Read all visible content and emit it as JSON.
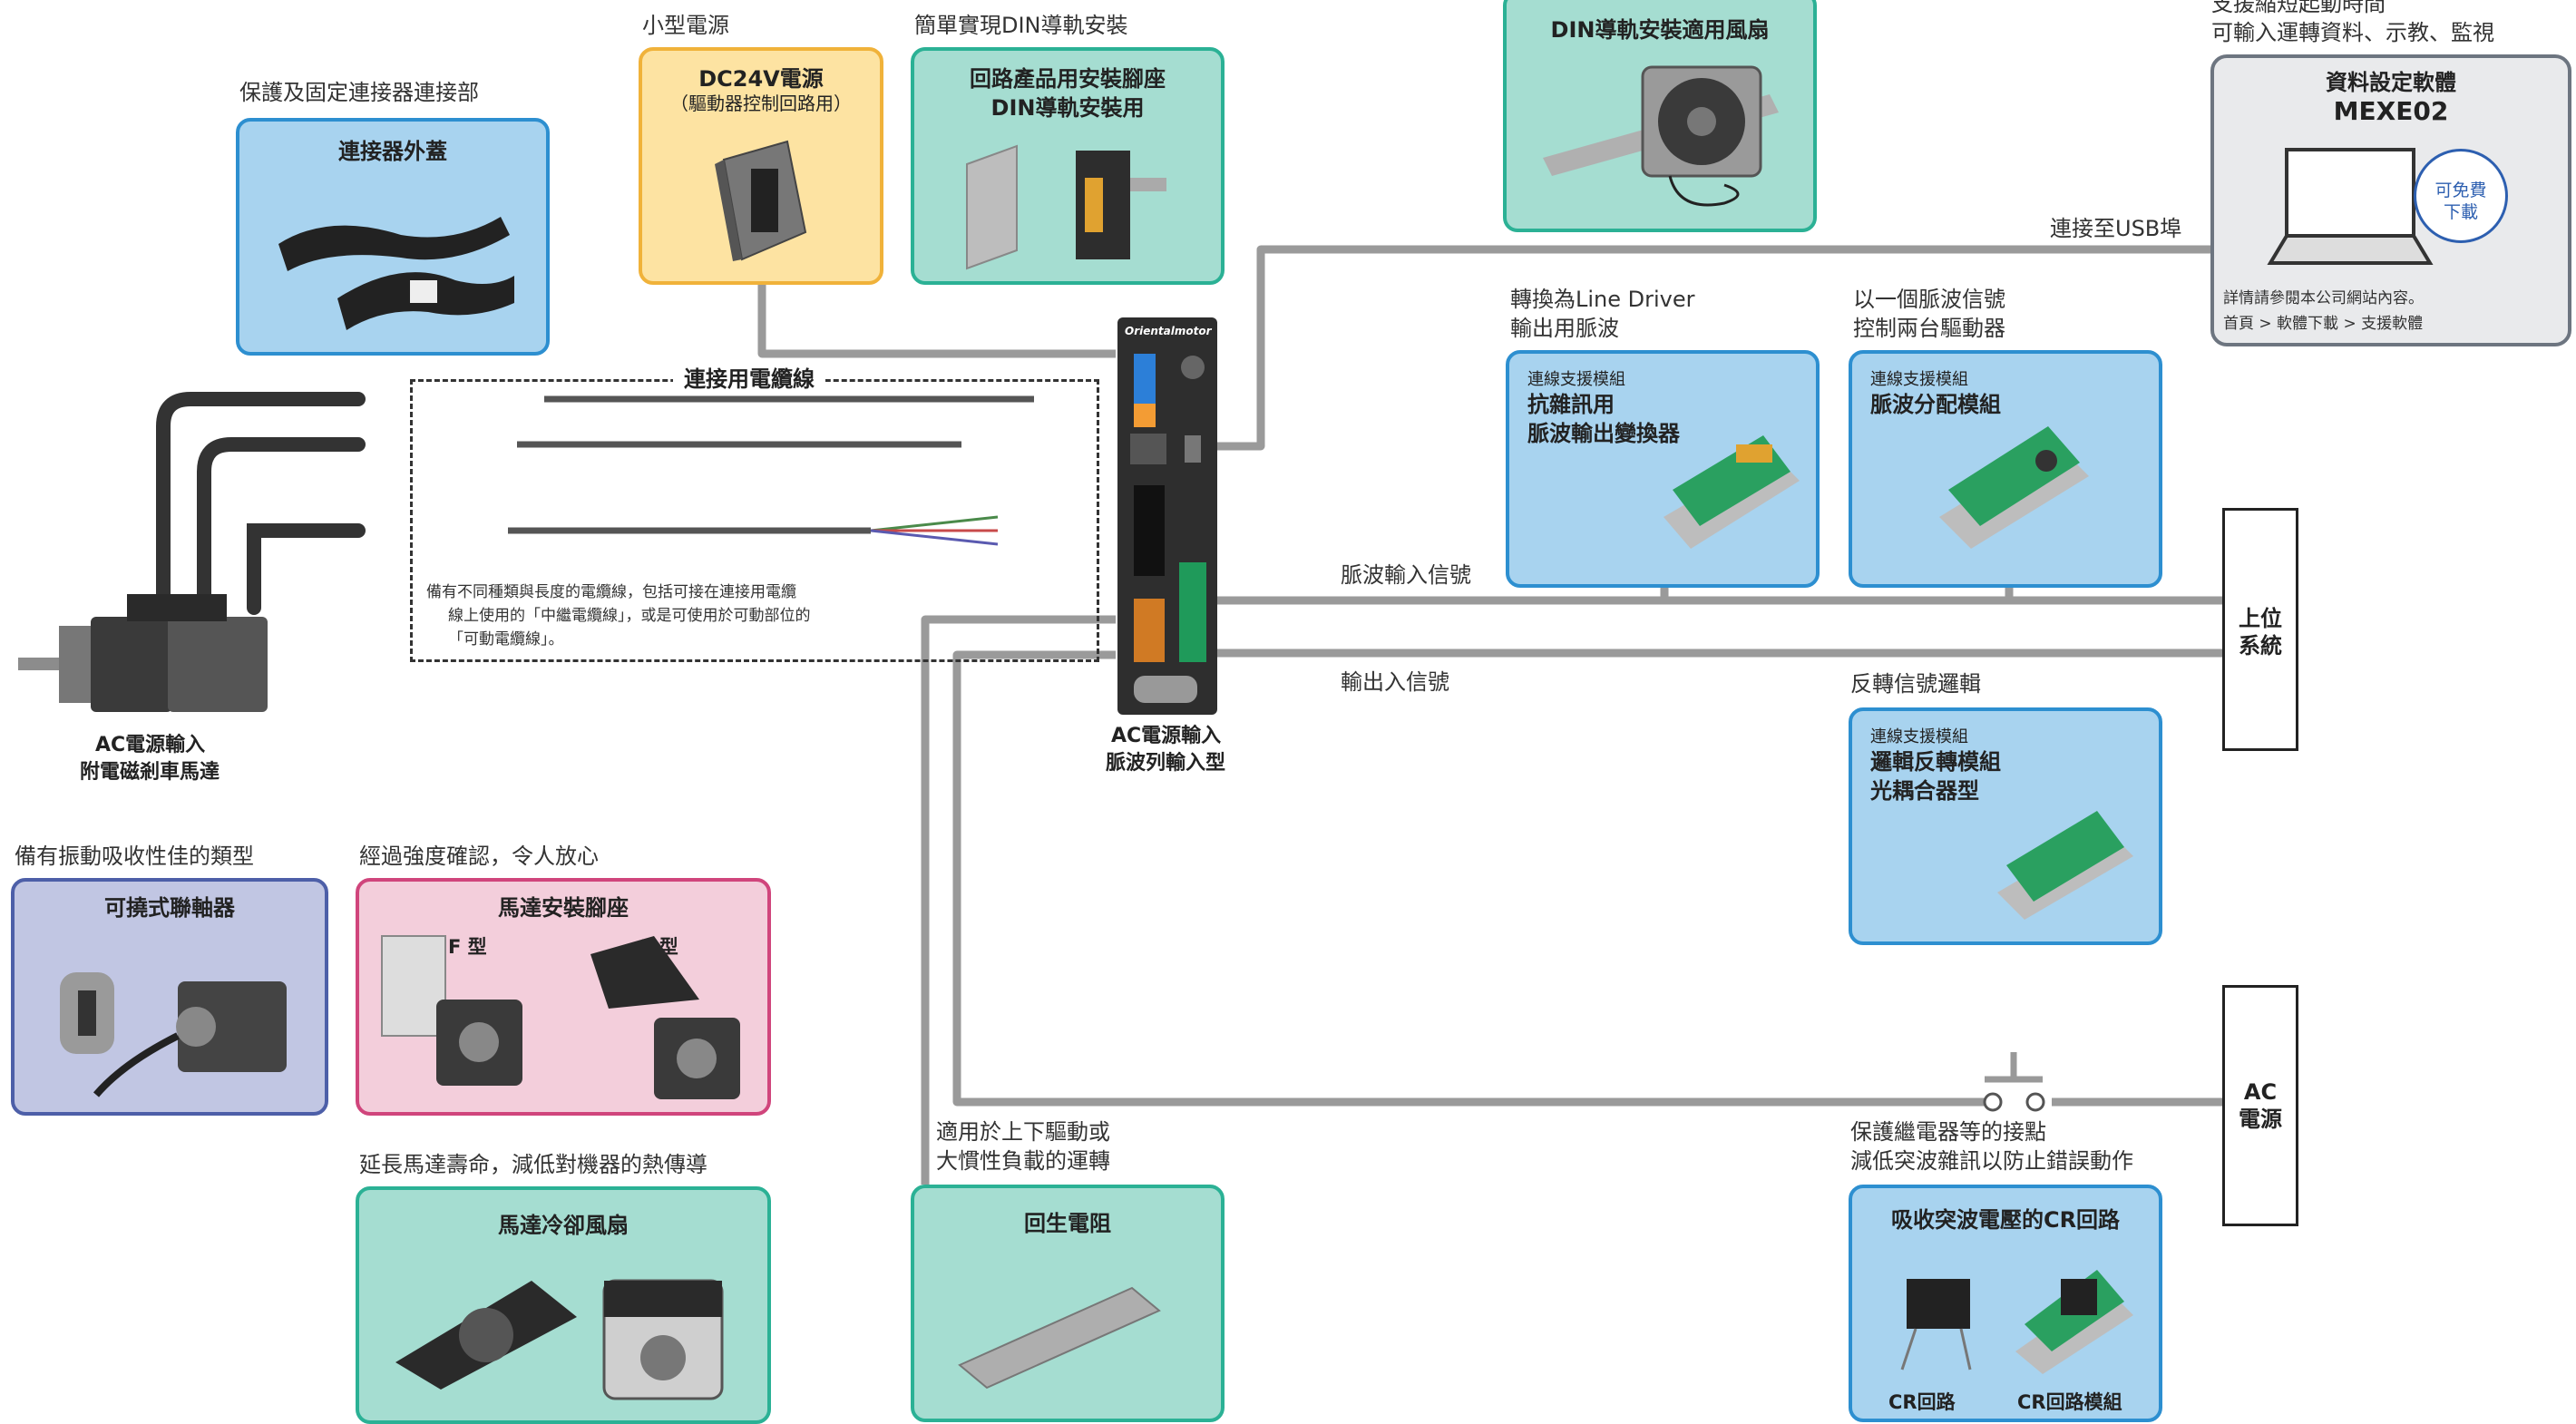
{
  "controller": {
    "line1": "AC電源輸入",
    "line2": "脈波列輸入型",
    "brand": "Orientalmotor"
  },
  "motor": {
    "line1": "AC電源輸入",
    "line2": "附電磁剎車馬達"
  },
  "connector_cover": {
    "caption": "保護及固定連接器連接部",
    "title": "連接器外蓋"
  },
  "power_supply": {
    "caption": "小型電源",
    "title": "DC24V電源",
    "subtitle": "（驅動器控制回路用）"
  },
  "din_mount": {
    "caption": "簡單實現DIN導軌安裝",
    "title_line1": "回路產品用安裝腳座",
    "title_line2": "DIN導軌安裝用"
  },
  "din_fan": {
    "title": "DIN導軌安裝適用風扇"
  },
  "software": {
    "caption_line1": "支援縮短起動時間",
    "caption_line2": "可輸入運轉資料、示教、監視",
    "title_line1": "資料設定軟體",
    "title_line2": "MEXE02",
    "badge_line1": "可免費",
    "badge_line2": "下載",
    "note_line1": "詳情請參閱本公司網站內容。",
    "note_line2": "首頁 > 軟體下載 > 支援軟體"
  },
  "usb_label": "連接至USB埠",
  "cables": {
    "title": "連接用電纜線",
    "note_line1": "備有不同種類與長度的電纜線，包括可接在連接用電纜",
    "note_line2": "線上使用的「中繼電纜線」，或是可使用於可動部位的",
    "note_line3": "「可動電纜線」。"
  },
  "line_driver": {
    "caption_line1": "轉換為Line Driver",
    "caption_line2": "輸出用脈波",
    "tag": "連線支援模組",
    "title_line1": "抗雜訊用",
    "title_line2": "脈波輸出變換器"
  },
  "pulse_dist": {
    "caption_line1": "以一個脈波信號",
    "caption_line2": "控制兩台驅動器",
    "tag": "連線支援模組",
    "title": "脈波分配模組"
  },
  "logic_invert": {
    "caption": "反轉信號邏輯",
    "tag": "連線支援模組",
    "title_line1": "邏輯反轉模組",
    "title_line2": "光耦合器型"
  },
  "signals": {
    "pulse_input": "脈波輸入信號",
    "io": "輸出入信號"
  },
  "host": {
    "line1": "上位",
    "line2": "系統"
  },
  "ac_power": {
    "line1": "AC",
    "line2": "電源"
  },
  "coupling": {
    "caption": "備有振動吸收性佳的類型",
    "title": "可撓式聯軸器"
  },
  "motor_mount": {
    "caption": "經過強度確認，令人放心",
    "title": "馬達安裝腳座",
    "f_label": "F 型",
    "l_label": "L 型"
  },
  "cooling_fan": {
    "caption": "延長馬達壽命，減低對機器的熱傳導",
    "title": "馬達冷卻風扇"
  },
  "regen": {
    "caption_line1": "適用於上下驅動或",
    "caption_line2": "大慣性負載的運轉",
    "title": "回生電阻"
  },
  "cr_circuit": {
    "caption_line1": "保護繼電器等的接點",
    "caption_line2": "減低突波雜訊以防止錯誤動作",
    "title": "吸收突波電壓的CR回路",
    "label_a": "CR回路",
    "label_b": "CR回路模組"
  },
  "colors": {
    "wire": "#9a9a9a",
    "blue": "#2d8fd0",
    "green": "#2bb195",
    "yellow": "#f0b23a",
    "violet": "#4d5fa8",
    "pink": "#d0457c",
    "gray": "#6d7580"
  }
}
